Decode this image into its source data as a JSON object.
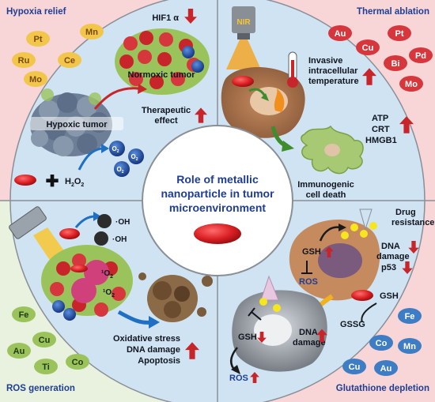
{
  "quadrants": {
    "top_left": {
      "title": "Hypoxia relief",
      "metals": [
        "Pt",
        "Mn",
        "Ce",
        "Ru",
        "Mo"
      ],
      "hif_label": "HIF1 α",
      "normoxic_label": "Normoxic tumor",
      "hypoxic_label": "Hypoxic tumor",
      "effect_label_1": "Therapeutic",
      "effect_label_2": "effect",
      "o2": "O",
      "o2_sub": "2",
      "h2o2": "H",
      "h2o2_sub1": "2",
      "h2o2_mid": "O",
      "h2o2_sub2": "2",
      "plus": "✚"
    },
    "top_right": {
      "title": "Thermal ablation",
      "metals": [
        "Au",
        "Cu",
        "Pt",
        "Bi",
        "Pd",
        "Mo"
      ],
      "nir_label": "NIR",
      "temp_label": [
        "Invasive",
        "intracellular",
        "temperature"
      ],
      "markers": [
        "ATP",
        "CRT",
        "HMGB1"
      ],
      "death_label": [
        "Immunogenic",
        "cell death"
      ]
    },
    "bottom_left": {
      "title": "ROS generation",
      "metals": [
        "Fe",
        "Cu",
        "Au",
        "Ti",
        "Co"
      ],
      "oh_label": "·OH",
      "singlet_label": "¹O",
      "singlet_sub": "2",
      "effects": [
        "Oxidative stress",
        "DNA damage",
        "Apoptosis"
      ]
    },
    "bottom_right": {
      "title": "Glutathione depletion",
      "drug_label": [
        "Drug",
        "resistance"
      ],
      "dna_label": [
        "DNA",
        "damage"
      ],
      "p53_label": "p53",
      "gsh_label": "GSH",
      "ros_label": "ROS",
      "gssg_label": "GSSG",
      "metals": [
        "Fe",
        "Co",
        "Mn",
        "Cu",
        "Au"
      ],
      "dna_damage_label": [
        "DNA",
        "damage"
      ]
    }
  },
  "center": {
    "title_lines": [
      "Role of metallic",
      "nanoparticle in tumor",
      "microenvironment"
    ]
  },
  "colors": {
    "pink_bg": "#f8d6d8",
    "blue_bg": "#cfe3f2",
    "green_bg": "#e2efd2",
    "title_blue": "#1f3e93",
    "arrow_red": "#c8252b",
    "metal_yellow": "#f2c64b",
    "metal_red": "#d6373d",
    "metal_green": "#9bc35c",
    "metal_blue": "#3e7dc4"
  }
}
